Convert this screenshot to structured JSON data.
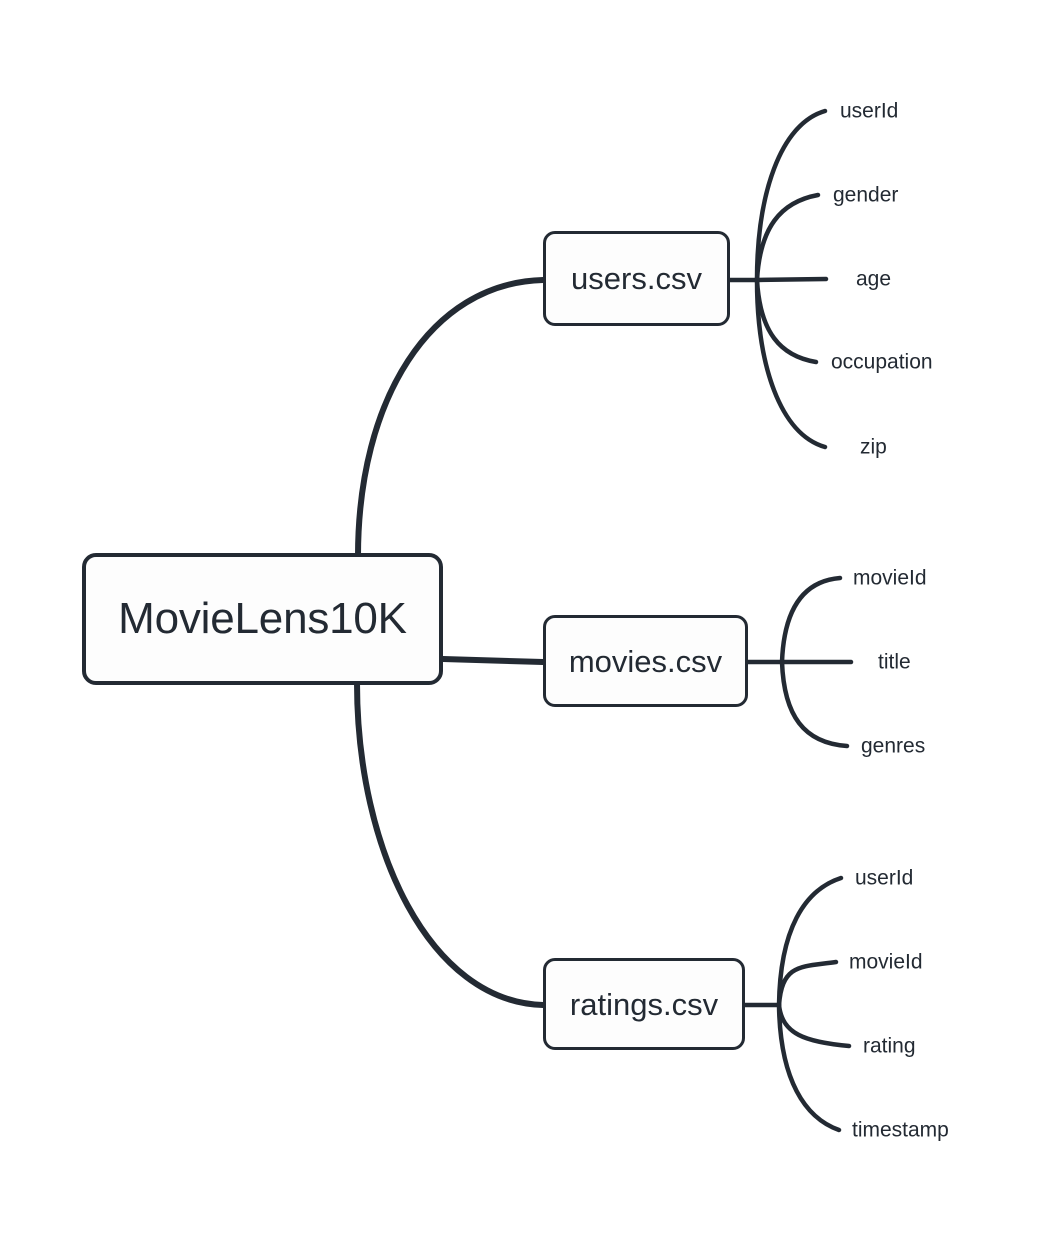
{
  "diagram": {
    "type": "mindmap",
    "background_color": "#ffffff",
    "stroke_color": "#232a33",
    "text_color": "#232a33",
    "node_fill": "#fdfdfd",
    "root": {
      "label": "MovieLens10K"
    },
    "branches": [
      {
        "id": "users",
        "label": "users.csv",
        "leaves": [
          {
            "label": "userId"
          },
          {
            "label": "gender"
          },
          {
            "label": "age"
          },
          {
            "label": "occupation"
          },
          {
            "label": "zip"
          }
        ]
      },
      {
        "id": "movies",
        "label": "movies.csv",
        "leaves": [
          {
            "label": "movieId"
          },
          {
            "label": "title"
          },
          {
            "label": "genres"
          }
        ]
      },
      {
        "id": "ratings",
        "label": "ratings.csv",
        "leaves": [
          {
            "label": "userId"
          },
          {
            "label": "movieId"
          },
          {
            "label": "rating"
          },
          {
            "label": "timestamp"
          }
        ]
      }
    ]
  }
}
